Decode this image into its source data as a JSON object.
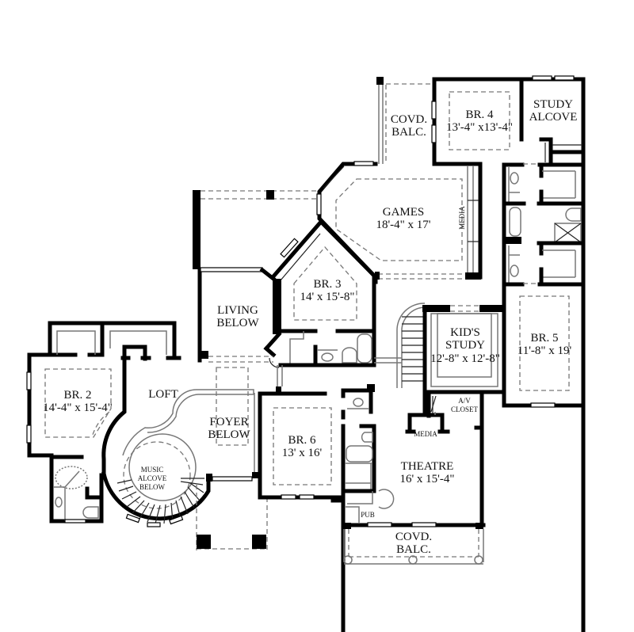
{
  "plan": {
    "type": "second floor plan",
    "rooms": {
      "covd_balc_top": {
        "line1": "COVD.",
        "line2": "BALC."
      },
      "br4": {
        "name": "BR. 4",
        "size": "13'-4\" x13'-4\""
      },
      "study_alcove": {
        "line1": "STUDY",
        "line2": "ALCOVE"
      },
      "games": {
        "name": "GAMES",
        "size": "18'-4\" x 17'"
      },
      "games_media": {
        "label": "MEDIA"
      },
      "br3": {
        "name": "BR. 3",
        "size": "14' x 15'-8\""
      },
      "living_below": {
        "line1": "LIVING",
        "line2": "BELOW"
      },
      "kids_study": {
        "line1": "KID'S",
        "line2": "STUDY",
        "size": "12'-8\" x 12'-8\""
      },
      "br5": {
        "name": "BR. 5",
        "size": "11'-8\" x 19'"
      },
      "br2": {
        "name": "BR. 2",
        "size": "14'-4\" x 15'-4\""
      },
      "loft": {
        "name": "LOFT"
      },
      "foyer_below": {
        "line1": "FOYER",
        "line2": "BELOW"
      },
      "br6": {
        "name": "BR. 6",
        "size": "13' x 16'"
      },
      "av_closet": {
        "line1": "A/V",
        "line2": "CLOSET"
      },
      "theatre_media": {
        "label": "MEDIA"
      },
      "theatre": {
        "name": "THEATRE",
        "size": "16' x 15'-4\""
      },
      "music_alcove": {
        "line1": "MUSIC",
        "line2": "ALCOVE",
        "line3": "BELOW"
      },
      "pub": {
        "label": "PUB"
      },
      "covd_balc_bottom": {
        "line1": "COVD.",
        "line2": "BALC."
      }
    }
  }
}
